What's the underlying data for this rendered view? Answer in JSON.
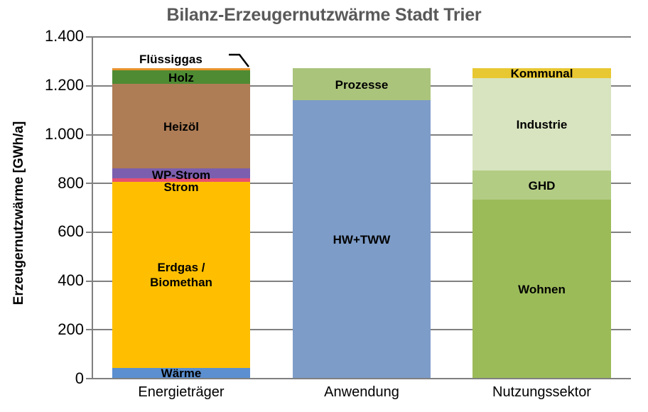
{
  "chart_data": {
    "type": "bar",
    "subtype": "stacked-column",
    "title": "Bilanz-Erzeugernutzwärme Stadt Trier",
    "xlabel": "",
    "ylabel": "Erzeugernutzwärme [GWh/a]",
    "ylim": [
      0,
      1400
    ],
    "ytick_labels": [
      "1.400",
      "1.200",
      "1.000",
      "800",
      "600",
      "400",
      "200",
      "0"
    ],
    "ytick_values": [
      1400,
      1200,
      1000,
      800,
      600,
      400,
      200,
      0
    ],
    "grid": true,
    "legend": "none (in-bar data labels)",
    "categories": [
      "Energieträger",
      "Anwendung",
      "Nutzungssektor"
    ],
    "columns": [
      {
        "category": "Energieträger",
        "total": 1268,
        "segments": [
          {
            "name": "Wärme",
            "value": 40,
            "color": "#5B8FD0",
            "label_visible": true
          },
          {
            "name": "Erdgas / Biomethan",
            "value": 763,
            "color": "#FFBF00",
            "label_visible": true
          },
          {
            "name": "Strom",
            "value": 15,
            "color": "#E8506E",
            "label_visible": true
          },
          {
            "name": "WP-Strom",
            "value": 40,
            "color": "#7B5FAE",
            "label_visible": true
          },
          {
            "name": "Heizöl",
            "value": 346,
            "color": "#AE7C55",
            "label_visible": true
          },
          {
            "name": "Holz",
            "value": 55,
            "color": "#4E8B32",
            "label_visible": true
          },
          {
            "name": "Flüssiggas",
            "value": 9,
            "color": "#E8922E",
            "label_visible": false
          }
        ]
      },
      {
        "category": "Anwendung",
        "total": 1268,
        "segments": [
          {
            "name": "HW+TWW",
            "value": 1138,
            "color": "#7D9CC8",
            "label_visible": true
          },
          {
            "name": "Prozesse",
            "value": 130,
            "color": "#AAC47B",
            "label_visible": true
          }
        ]
      },
      {
        "category": "Nutzungssektor",
        "total": 1268,
        "segments": [
          {
            "name": "Wohnen",
            "value": 730,
            "color": "#9BBB59",
            "label_visible": true
          },
          {
            "name": "GHD",
            "value": 120,
            "color": "#B3CC84",
            "label_visible": true
          },
          {
            "name": "Industrie",
            "value": 378,
            "color": "#D8E4C0",
            "label_visible": true
          },
          {
            "name": "Kommunal",
            "value": 40,
            "color": "#E8C832",
            "label_visible": true
          }
        ]
      }
    ],
    "callout": {
      "label": "Flüssiggas",
      "points_to": "Flüssiggas segment (top of Energieträger column)"
    },
    "colors": {
      "title": "#595959",
      "axis": "#808080",
      "grid": "#808080",
      "text": "#000000",
      "background": "#FFFFFF"
    }
  }
}
